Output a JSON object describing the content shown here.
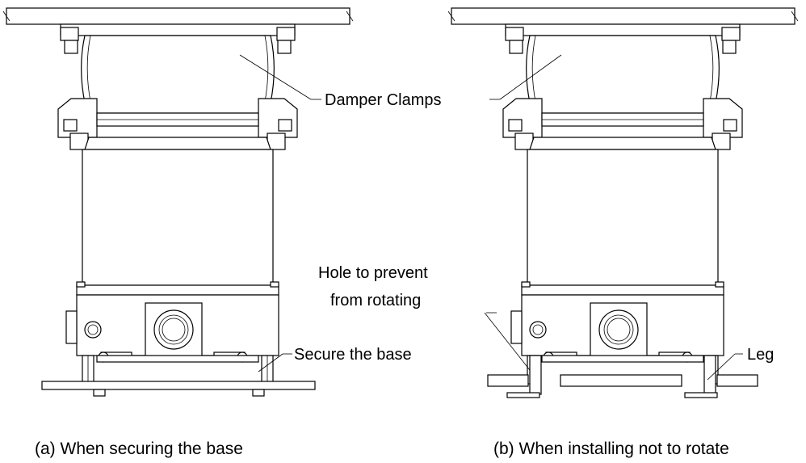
{
  "labels": {
    "damper_clamps": "Damper Clamps",
    "hole_line1": "Hole to prevent",
    "hole_line2": "from rotating",
    "secure_base": "Secure the base",
    "leg": "Leg"
  },
  "captions": {
    "a": "(a) When securing the base",
    "b": "(b) When installing not to rotate"
  }
}
